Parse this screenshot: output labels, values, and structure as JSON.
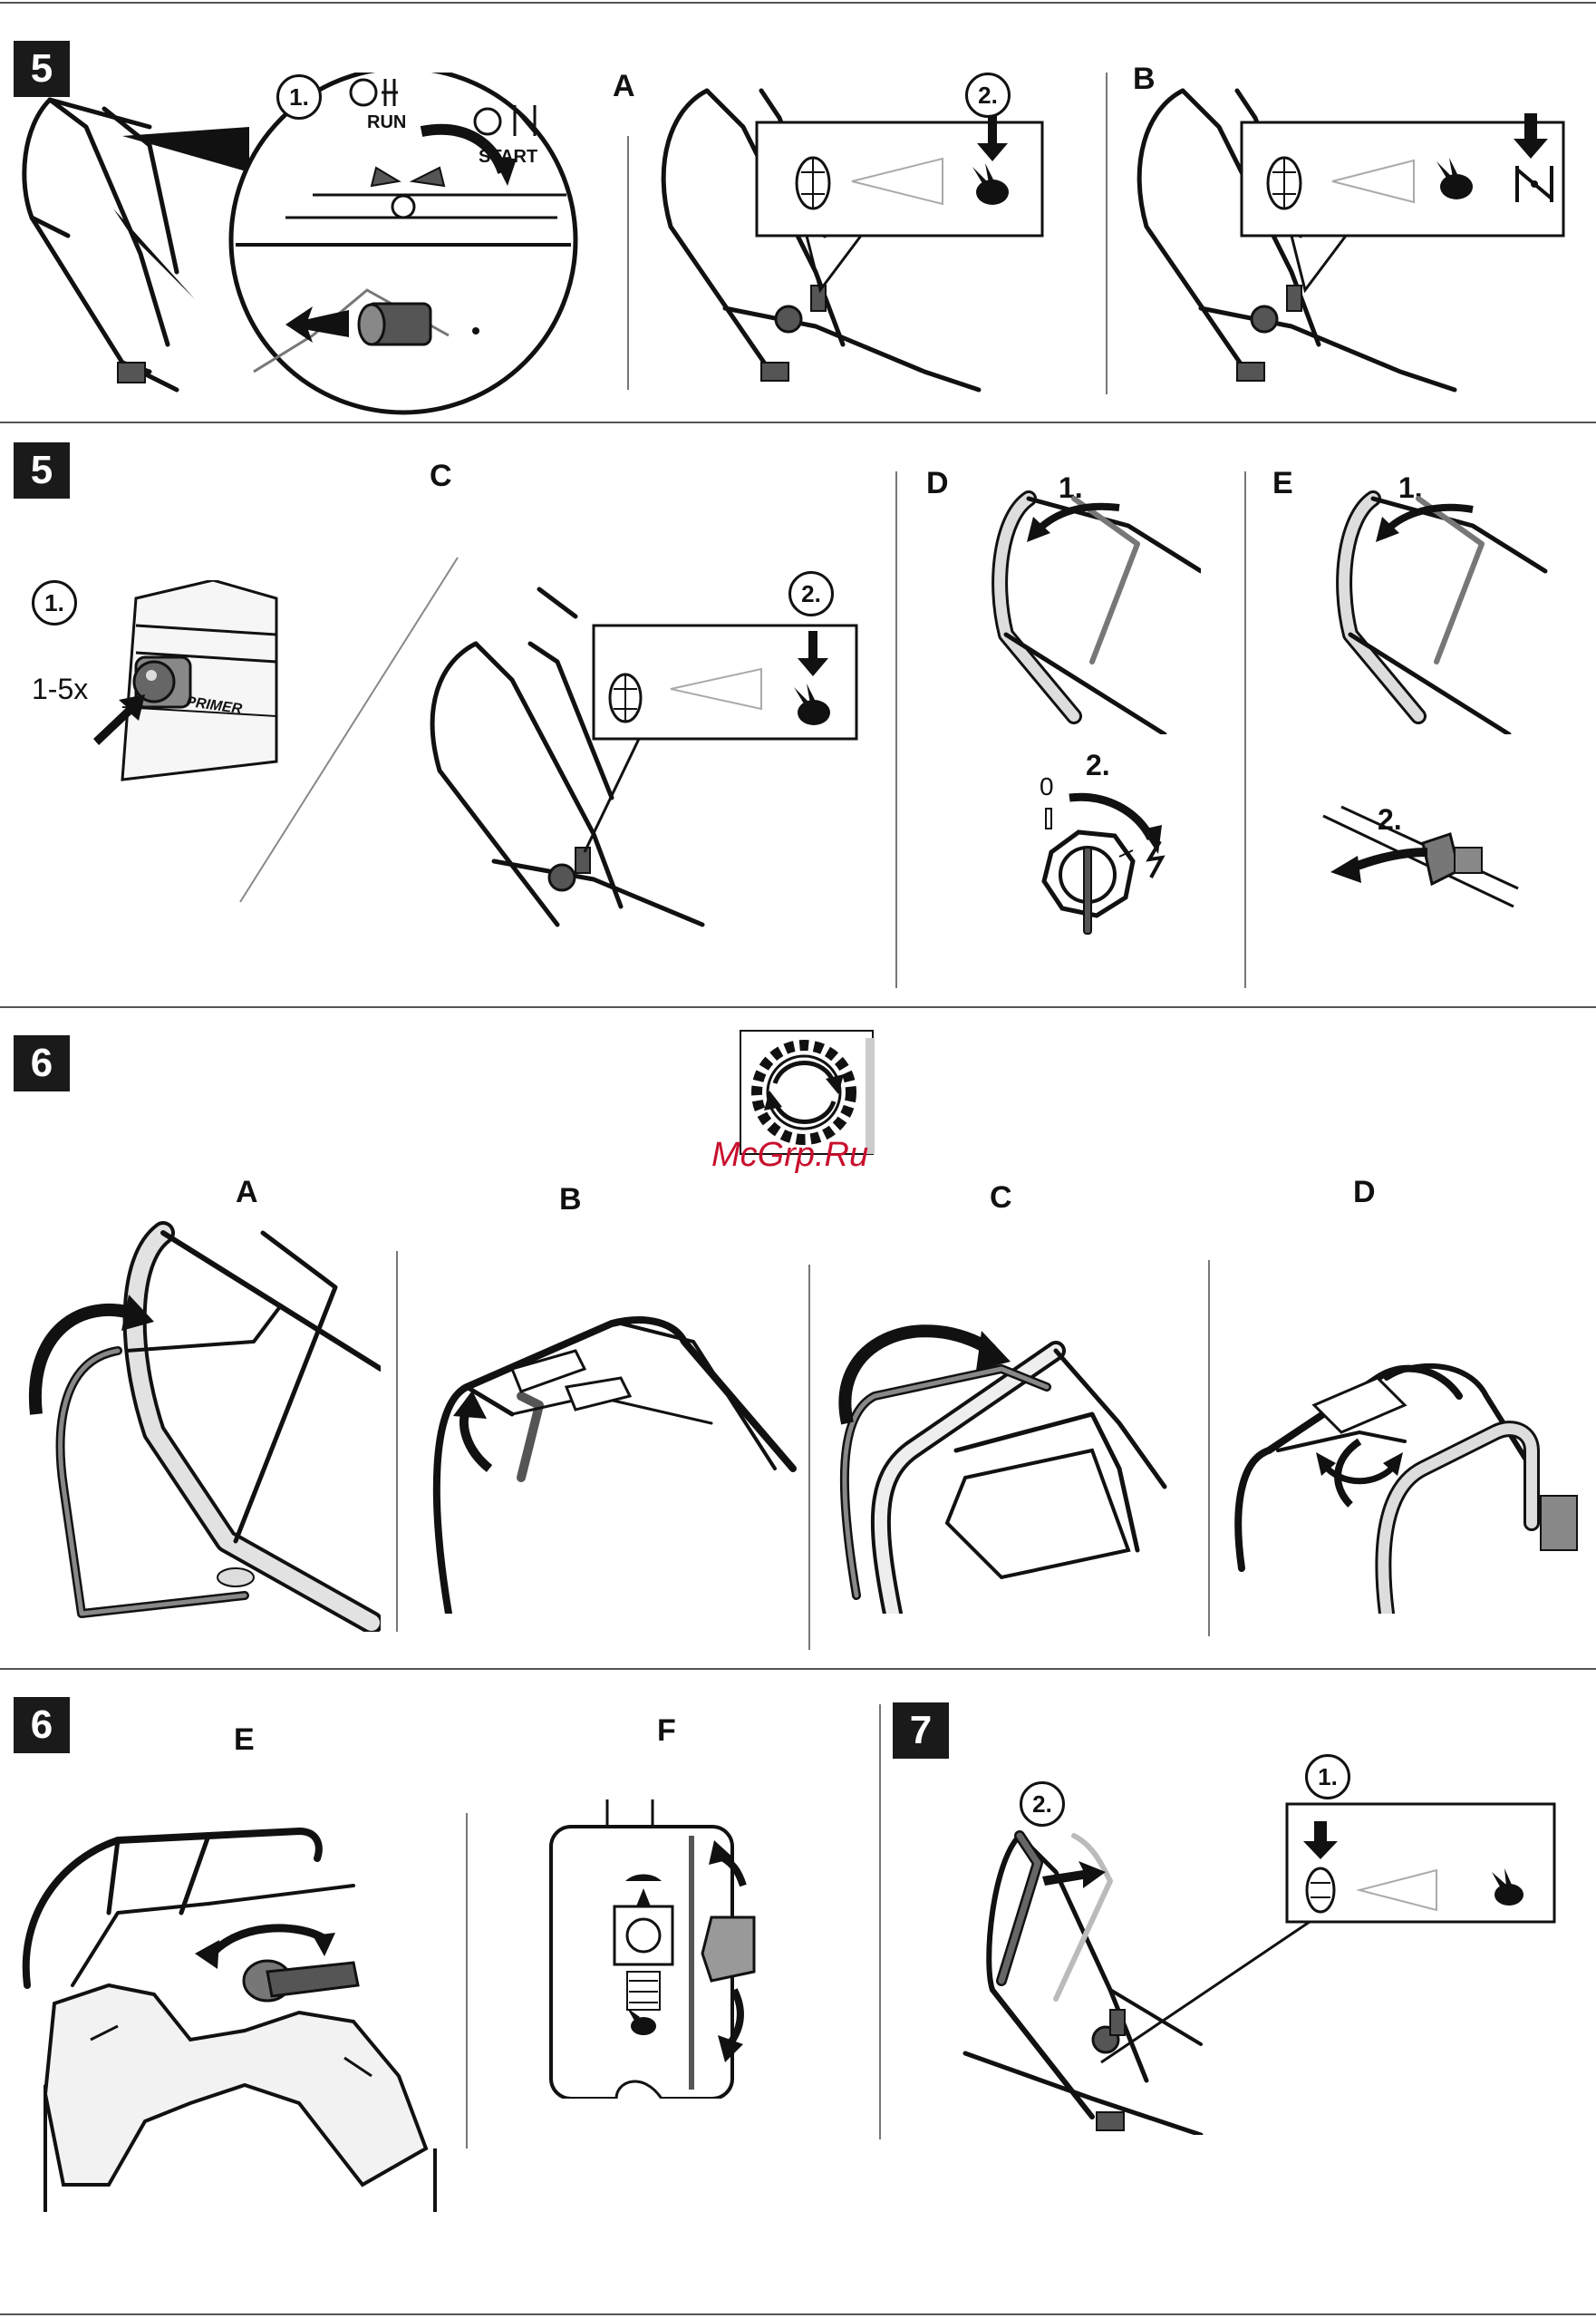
{
  "steps": {
    "s5a": "5",
    "s5b": "5",
    "s6a": "6",
    "s6b": "6",
    "s7": "7"
  },
  "letters": {
    "r1_a": "A",
    "r1_b": "B",
    "r2_c": "C",
    "r2_d": "D",
    "r2_e": "E",
    "r3_a": "A",
    "r3_b": "B",
    "r3_c": "C",
    "r3_d": "D",
    "r4_e": "E",
    "r4_f": "F"
  },
  "markers": {
    "one": "1.",
    "two": "2.",
    "one_plain": "1.",
    "two_plain": "2."
  },
  "labels": {
    "run": "RUN",
    "start": "START",
    "primer": "PRIMER",
    "presses": "1-5x",
    "zero": "0"
  },
  "watermark": "McGrp.Ru",
  "icons": {
    "turtle": "turtle-icon",
    "rabbit": "rabbit-icon",
    "choke": "choke-icon",
    "gear": "gear-rotate-icon"
  }
}
